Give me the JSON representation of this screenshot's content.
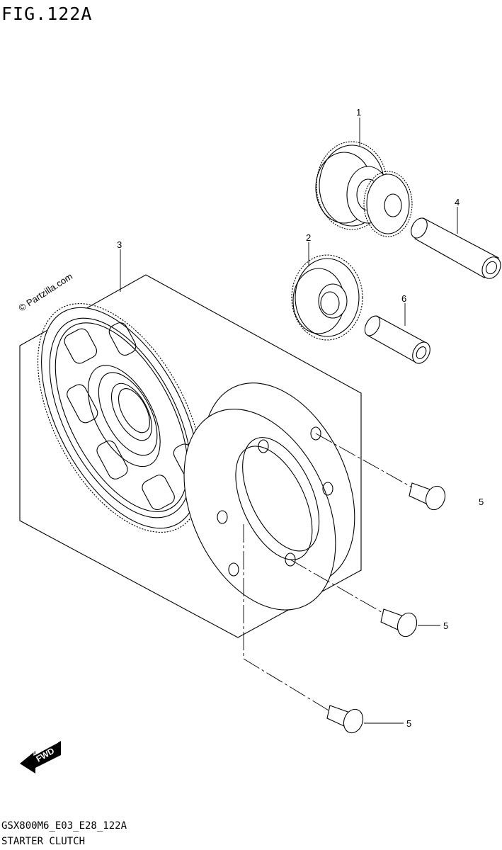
{
  "figure": {
    "title": "FIG.122A",
    "watermark": "© Partzilla.com",
    "fwd_label": "FWD",
    "footer_code": "GSX800M6_E03_E28_122A",
    "footer_name": "STARTER CLUTCH"
  },
  "callouts": [
    {
      "id": "c1",
      "text": "1"
    },
    {
      "id": "c2",
      "text": "2"
    },
    {
      "id": "c3",
      "text": "3"
    },
    {
      "id": "c4",
      "text": "4"
    },
    {
      "id": "c5a",
      "text": "5"
    },
    {
      "id": "c5b",
      "text": "5"
    },
    {
      "id": "c5c",
      "text": "5"
    },
    {
      "id": "c6",
      "text": "6"
    }
  ]
}
